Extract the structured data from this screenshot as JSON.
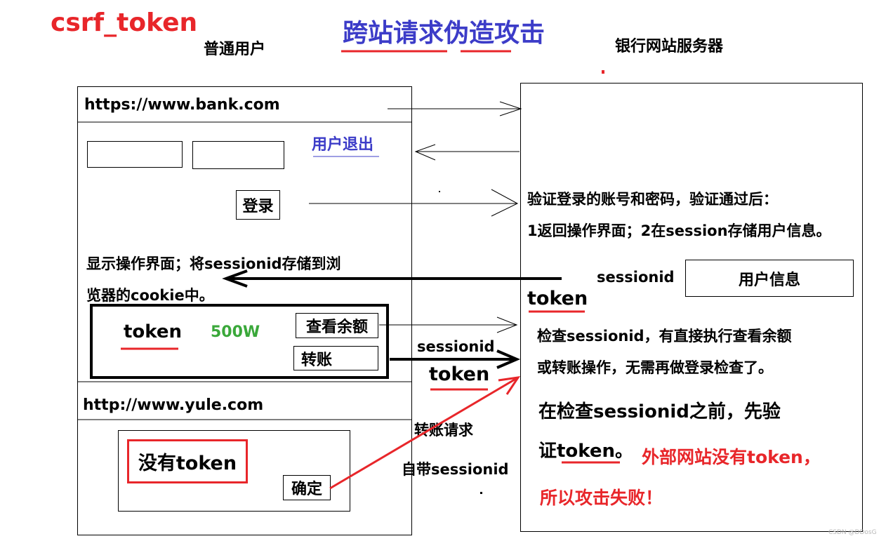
{
  "labels": {
    "csrf_title": "csrf_token",
    "main_title": "跨站请求伪造攻击",
    "user": "普通用户",
    "server": "银行网站服务器"
  },
  "bank_site": {
    "url": "https://www.bank.com",
    "logout": "用户退出",
    "login": "登录",
    "display_text_1": "显示操作界面；将sessionid存储到浏",
    "display_text_2": "览器的cookie中。",
    "token": "token",
    "amount": "500W",
    "check_balance": "查看余额",
    "transfer": "转账"
  },
  "yule_site": {
    "url": "http://www.yule.com",
    "no_token": "没有token",
    "confirm": "确定"
  },
  "middle": {
    "sessionid_a": "sessionid",
    "sessionid_b": "sessionid",
    "token": "token",
    "transfer_request": "转账请求",
    "with_sessionid": "自带sessionid"
  },
  "server_panel": {
    "verify_1": "验证登录的账号和密码，验证通过后：",
    "verify_2": "1返回操作界面；2在session存储用户信息。",
    "user_info": "用户信息",
    "token": "token",
    "check_1": "检查sessionid，有直接执行查看余额",
    "check_2": "或转账操作，无需再做登录检查了。",
    "before_1": "在检查sessionid之前，先验",
    "before_2": "证token。",
    "fail_1": "外部网站没有token，",
    "fail_2": "所以攻击失败！"
  },
  "watermark": "CSDN @DDosG",
  "colors": {
    "red": "#e8262a",
    "blue": "#3c3cc8",
    "green": "#3aa83a"
  }
}
